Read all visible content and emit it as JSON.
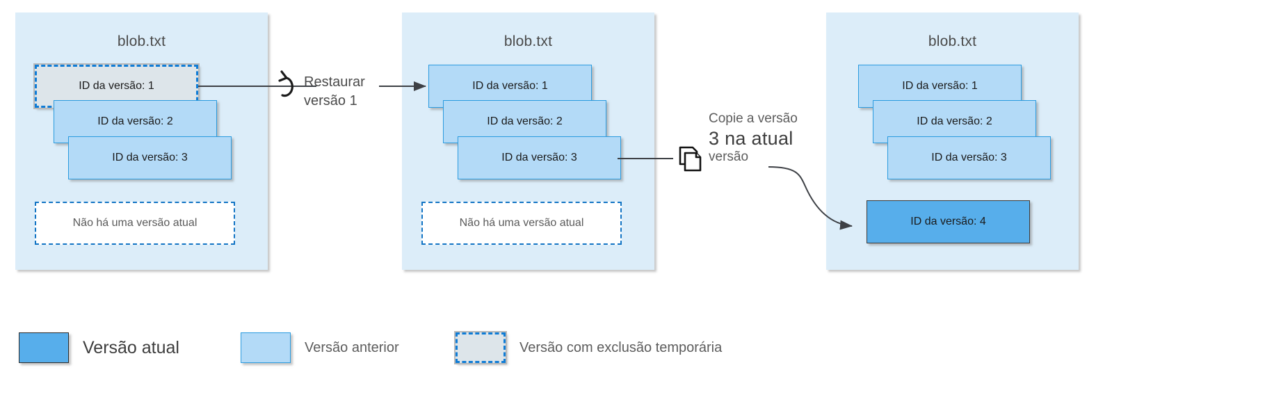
{
  "diagram": {
    "title_blob": "blob.txt",
    "panels": [
      {
        "id": "panel-before-restore",
        "title": "blob.txt",
        "versions": [
          {
            "label": "ID da versão: 1",
            "state": "soft-deleted"
          },
          {
            "label": "ID da versão: 2",
            "state": "previous"
          },
          {
            "label": "ID da versão: 3",
            "state": "previous"
          }
        ],
        "placeholder": "Não há uma versão atual"
      },
      {
        "id": "panel-after-restore",
        "title": "blob.txt",
        "versions": [
          {
            "label": "ID da versão: 1",
            "state": "previous"
          },
          {
            "label": "ID da versão: 2",
            "state": "previous"
          },
          {
            "label": "ID da versão: 3",
            "state": "previous"
          }
        ],
        "placeholder": "Não há uma versão atual"
      },
      {
        "id": "panel-after-copy",
        "title": "blob.txt",
        "versions": [
          {
            "label": "ID da versão: 1",
            "state": "previous"
          },
          {
            "label": "ID da versão: 2",
            "state": "previous"
          },
          {
            "label": "ID da versão: 3",
            "state": "previous"
          },
          {
            "label": "ID da versão: 4",
            "state": "current"
          }
        ],
        "placeholder": null
      }
    ],
    "annotations": {
      "restore": {
        "icon": "undo-restore-icon",
        "line1": "Restaurar",
        "line2": "versão 1"
      },
      "copy": {
        "icon": "copy-pages-icon",
        "line1": "Copie a versão",
        "line2": "3 na atual",
        "line3": "versão"
      }
    },
    "legend": [
      {
        "swatch": "current",
        "label": "Versão atual"
      },
      {
        "swatch": "prev",
        "label": "Versão anterior"
      },
      {
        "swatch": "softdel",
        "label": "Versão com exclusão temporária"
      }
    ],
    "colors": {
      "panel_bg": "#dcedf9",
      "previous_version": "#b3daf7",
      "previous_version_border": "#2a9bdf",
      "current_version": "#57aeeb",
      "current_version_border": "#2b2b2b",
      "soft_deleted_fill": "#dde5ea",
      "soft_deleted_border": "#0f7cd6",
      "dashed_placeholder_border": "#1274c4",
      "connector": "#3d4045",
      "text": "#4a4a4a"
    }
  }
}
